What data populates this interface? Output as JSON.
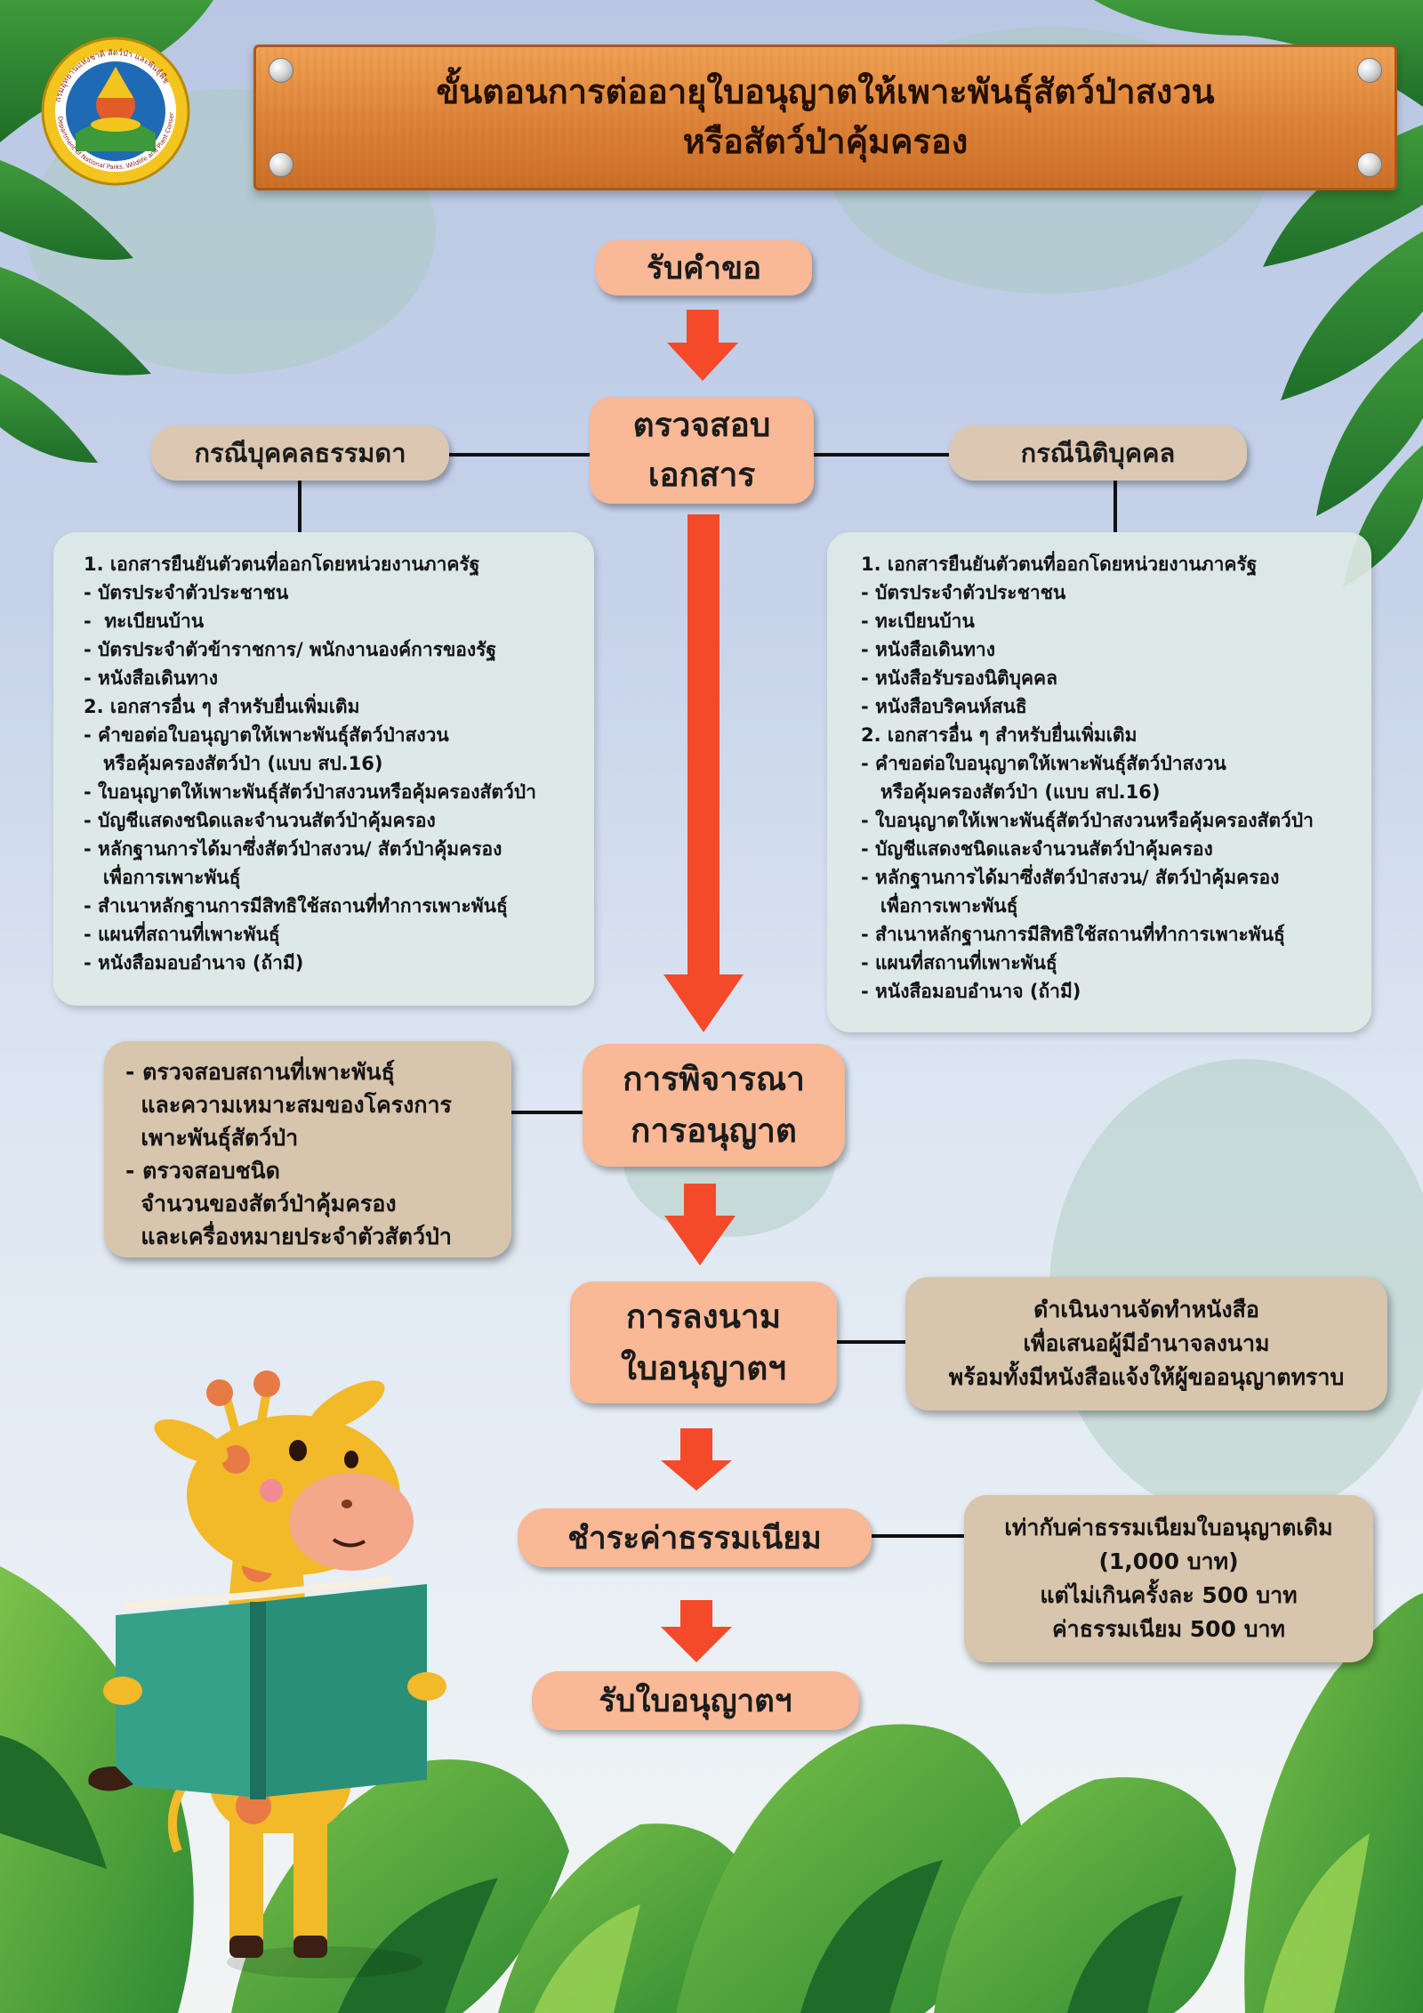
{
  "header": {
    "title_line1": "ขั้นตอนการต่ออายุใบอนุญาตให้เพาะพันธุ์สัตว์ป่าสงวน",
    "title_line2": "หรือสัตว์ป่าคุ้มครอง",
    "seal_text": "กรมอุทยานแห่งชาติ สัตว์ป่า และพันธุ์พืช · Department of National Parks, Wildlife and Plant Conservation"
  },
  "flow": {
    "receive_request": "รับคำขอ",
    "check_documents_line1": "ตรวจสอบ",
    "check_documents_line2": "เอกสาร",
    "consideration_line1": "การพิจารณา",
    "consideration_line2": "การอนุญาต",
    "signing_line1": "การลงนาม",
    "signing_line2": "ใบอนุญาตฯ",
    "pay_fee": "ชำระค่าธรรมเนียม",
    "receive_license": "รับใบอนุญาตฯ"
  },
  "individual": {
    "label": "กรณีบุคคลธรรมดา",
    "lines": [
      "1. เอกสารยืนยันตัวตนที่ออกโดยหน่วยงานภาครัฐ",
      "- บัตรประจำตัวประชาชน",
      "-  ทะเบียนบ้าน",
      "- บัตรประจำตัวข้าราชการ/ พนักงานองค์การของรัฐ",
      "- หนังสือเดินทาง",
      "2. เอกสารอื่น ๆ สำหรับยื่นเพิ่มเติม",
      "- คำขอต่อใบอนุญาตให้เพาะพันธุ์สัตว์ป่าสงวน",
      "   หรือคุ้มครองสัตว์ป่า (แบบ สป.16)",
      "- ใบอนุญาตให้เพาะพันธุ์สัตว์ป่าสงวนหรือคุ้มครองสัตว์ป่า",
      "- บัญชีแสดงชนิดและจำนวนสัตว์ป่าคุ้มครอง",
      "- หลักฐานการได้มาซึ่งสัตว์ป่าสงวน/ สัตว์ป่าคุ้มครอง",
      "   เพื่อการเพาะพันธุ์",
      "- สำเนาหลักฐานการมีสิทธิใช้สถานที่ทำการเพาะพันธุ์",
      "- แผนที่สถานที่เพาะพันธุ์",
      "- หนังสือมอบอำนาจ (ถ้ามี)"
    ]
  },
  "juristic": {
    "label": "กรณีนิติบุคคล",
    "lines": [
      "1. เอกสารยืนยันตัวตนที่ออกโดยหน่วยงานภาครัฐ",
      "- บัตรประจำตัวประชาชน",
      "- ทะเบียนบ้าน",
      "- หนังสือเดินทาง",
      "- หนังสือรับรองนิติบุคคล",
      "- หนังสือบริคนห์สนธิ",
      "2. เอกสารอื่น ๆ สำหรับยื่นเพิ่มเติม",
      "- คำขอต่อใบอนุญาตให้เพาะพันธุ์สัตว์ป่าสงวน",
      "   หรือคุ้มครองสัตว์ป่า (แบบ สป.16)",
      "- ใบอนุญาตให้เพาะพันธุ์สัตว์ป่าสงวนหรือคุ้มครองสัตว์ป่า",
      "- บัญชีแสดงชนิดและจำนวนสัตว์ป่าคุ้มครอง",
      "- หลักฐานการได้มาซึ่งสัตว์ป่าสงวน/ สัตว์ป่าคุ้มครอง",
      "   เพื่อการเพาะพันธุ์",
      "- สำเนาหลักฐานการมีสิทธิใช้สถานที่ทำการเพาะพันธุ์",
      "- แผนที่สถานที่เพาะพันธุ์",
      "- หนังสือมอบอำนาจ (ถ้ามี)"
    ]
  },
  "consideration_detail": {
    "lines": [
      "- ตรวจสอบสถานที่เพาะพันธุ์",
      "  และความเหมาะสมของโครงการ",
      "  เพาะพันธุ์สัตว์ป่า",
      "- ตรวจสอบชนิด",
      "  จำนวนของสัตว์ป่าคุ้มครอง",
      "  และเครื่องหมายประจำตัวสัตว์ป่า"
    ]
  },
  "signing_detail": {
    "lines": [
      "ดำเนินงานจัดทำหนังสือ",
      "เพื่อเสนอผู้มีอำนาจลงนาม",
      "พร้อมทั้งมีหนังสือแจ้งให้ผู้ขออนุญาตทราบ"
    ]
  },
  "fee_detail": {
    "lines": [
      "เท่ากับค่าธรรมเนียมใบอนุญาตเดิม",
      "(1,000 บาท)",
      "แต่ไม่เกินครั้งละ 500 บาท",
      "ค่าธรรมเนียม 500 บาท"
    ]
  },
  "colors": {
    "step_fill": "#f9b896",
    "pill_fill": "#dcc8b2",
    "arrow": "#f44a2a",
    "banner_wood": "#e1863a"
  }
}
